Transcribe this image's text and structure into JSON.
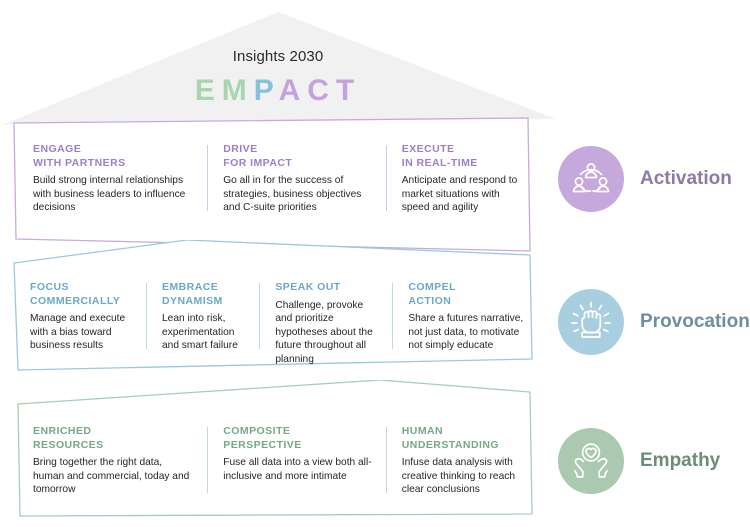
{
  "roof": {
    "title": "Insights 2030",
    "acronym": [
      {
        "letter": "E",
        "color": "#a8d5b0"
      },
      {
        "letter": "M",
        "color": "#a8d5b0"
      },
      {
        "letter": "P",
        "color": "#86c2da"
      },
      {
        "letter": "A",
        "color": "#c3a3de"
      },
      {
        "letter": "C",
        "color": "#c3a3de"
      },
      {
        "letter": "T",
        "color": "#c3a3de"
      }
    ],
    "fill": "#f1f1f1"
  },
  "bands": {
    "activation": {
      "pillar_label": "Activation",
      "icon": "people-network-icon",
      "accent": "#9f7ec4",
      "border": "#c9a9e0",
      "circle": "#c5a9dd",
      "columns": [
        {
          "kicker_line1": "ENGAGE",
          "kicker_line2": "WITH PARTNERS",
          "blurb": "Build strong internal relationships with business leaders to influence decisions"
        },
        {
          "kicker_line1": "DRIVE",
          "kicker_line2": "FOR IMPACT",
          "blurb": "Go all in for the success of strategies, business objectives and C-suite priorities"
        },
        {
          "kicker_line1": "EXECUTE",
          "kicker_line2": "IN REAL-TIME",
          "blurb": "Anticipate and respond to market situations with speed and agility"
        }
      ]
    },
    "provocation": {
      "pillar_label": "Provocation",
      "icon": "raised-fist-icon",
      "accent": "#6aa9c4",
      "border": "#9bc9dd",
      "circle": "#a7cfdf",
      "columns": [
        {
          "kicker_line1": "FOCUS",
          "kicker_line2": "COMMERCIALLY",
          "blurb": "Manage and execute with a bias toward business results"
        },
        {
          "kicker_line1": "EMBRACE",
          "kicker_line2": "DYNAMISM",
          "blurb": "Lean into risk, experimentation and smart failure"
        },
        {
          "kicker_line1": "SPEAK OUT",
          "kicker_line2": "",
          "blurb": "Challenge, provoke and prioritize hypotheses about the future throughout all planning"
        },
        {
          "kicker_line1": "COMPEL",
          "kicker_line2": "ACTION",
          "blurb": "Share a futures narrative, not just data, to motivate not simply educate"
        }
      ]
    },
    "empathy": {
      "pillar_label": "Empathy",
      "icon": "hands-heart-icon",
      "accent": "#76a885",
      "border": "#a9cfb3",
      "circle": "#abc9b1",
      "columns": [
        {
          "kicker_line1": "ENRICHED",
          "kicker_line2": "RESOURCES",
          "blurb": "Bring together the right data, human and commercial, today and tomorrow"
        },
        {
          "kicker_line1": "COMPOSITE",
          "kicker_line2": "PERSPECTIVE",
          "blurb": "Fuse all data into a view both all-inclusive and more intimate"
        },
        {
          "kicker_line1": "HUMAN",
          "kicker_line2": "UNDERSTANDING",
          "blurb": "Infuse data analysis with creative thinking to reach clear conclusions"
        }
      ]
    }
  }
}
